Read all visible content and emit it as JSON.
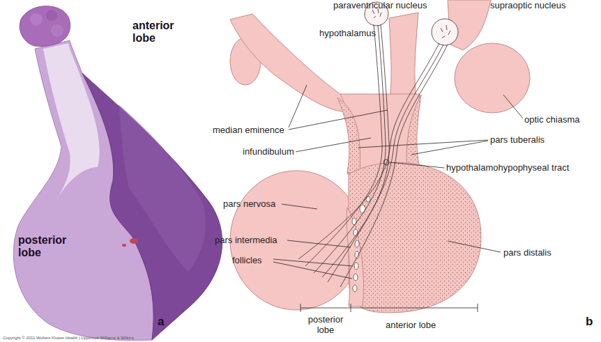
{
  "diagram": {
    "labels": [
      "anterior lobe",
      "posterior lobe",
      "a",
      "paraventricular nucleus",
      "supraoptic nucleus",
      "hypothalamus",
      "median eminence",
      "pars tuberalis",
      "optic chiasma",
      "infundibulum",
      "hypothalamohypophyseal tract",
      "pars nervosa",
      "pars intermedia",
      "follicles",
      "pars distalis",
      "b",
      "posterior lobe",
      "anterior lobe",
      "Copyright © 2011 Wolters Kluwer Health | Lippincott Williams & Wilkins"
    ]
  }
}
